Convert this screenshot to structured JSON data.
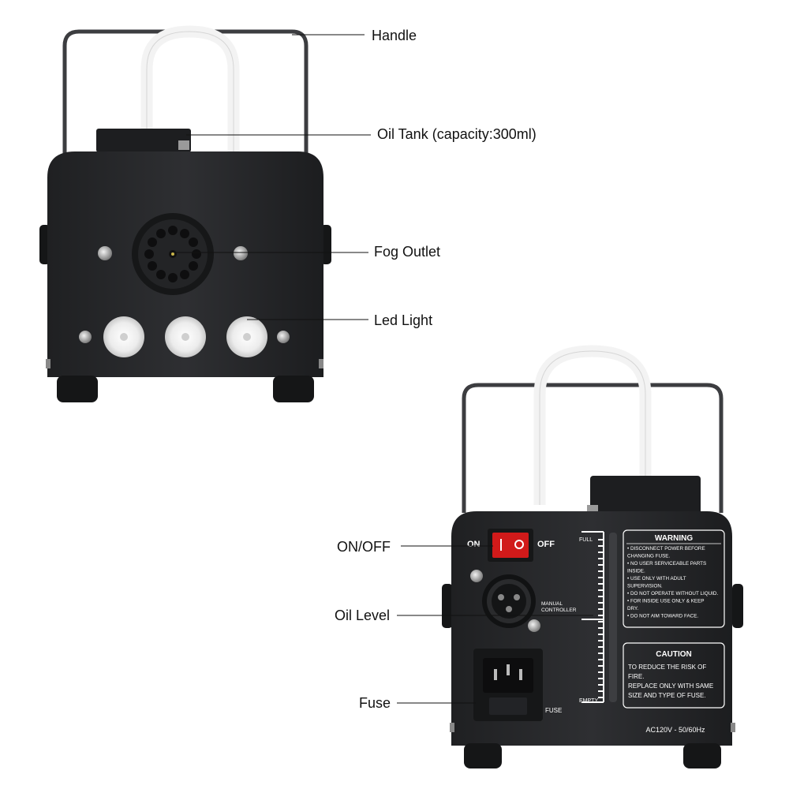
{
  "front_callouts": [
    {
      "id": "handle",
      "label": "Handle"
    },
    {
      "id": "oil-tank",
      "label": "Oil Tank (capacity:300ml)"
    },
    {
      "id": "fog-outlet",
      "label": "Fog Outlet"
    },
    {
      "id": "led-light",
      "label": "Led Light"
    }
  ],
  "back_callouts": [
    {
      "id": "on-off",
      "label": "ON/OFF"
    },
    {
      "id": "oil-level",
      "label": "Oil Level"
    },
    {
      "id": "fuse",
      "label": "Fuse"
    }
  ],
  "back_panel": {
    "switch_on": "ON",
    "switch_off": "OFF",
    "gauge_full": "FULL",
    "gauge_empty": "EMPTY",
    "manual_controller": [
      "MANUAL",
      "CONTROLLER"
    ],
    "fuse_label": "FUSE",
    "voltage": "AC120V - 50/60Hz",
    "warning_title": "WARNING",
    "warning_lines": [
      "• DISCONNECT POWER BEFORE",
      "  CHANGING FUSE.",
      "• NO USER SERVICEABLE PARTS",
      "  INSIDE.",
      "• USE ONLY WITH ADULT",
      "  SUPERVISION.",
      "• DO NOT OPERATE WITHOUT LIQUID.",
      "• FOR INSIDE USE ONLY & KEEP",
      "  DRY.",
      "• DO NOT AIM TOWARD FACE."
    ],
    "caution_title": "CAUTION",
    "caution_lines": [
      "TO REDUCE THE RISK OF",
      "FIRE.",
      "REPLACE ONLY WITH SAME",
      "SIZE AND TYPE OF FUSE."
    ]
  },
  "colors": {
    "body": "#2a2b2d",
    "body_dark": "#1b1c1e",
    "frame": "#3a3b3e",
    "handle": "#f1f1f1",
    "led": "#e8e8e8",
    "switch_red": "#d11a1a"
  }
}
